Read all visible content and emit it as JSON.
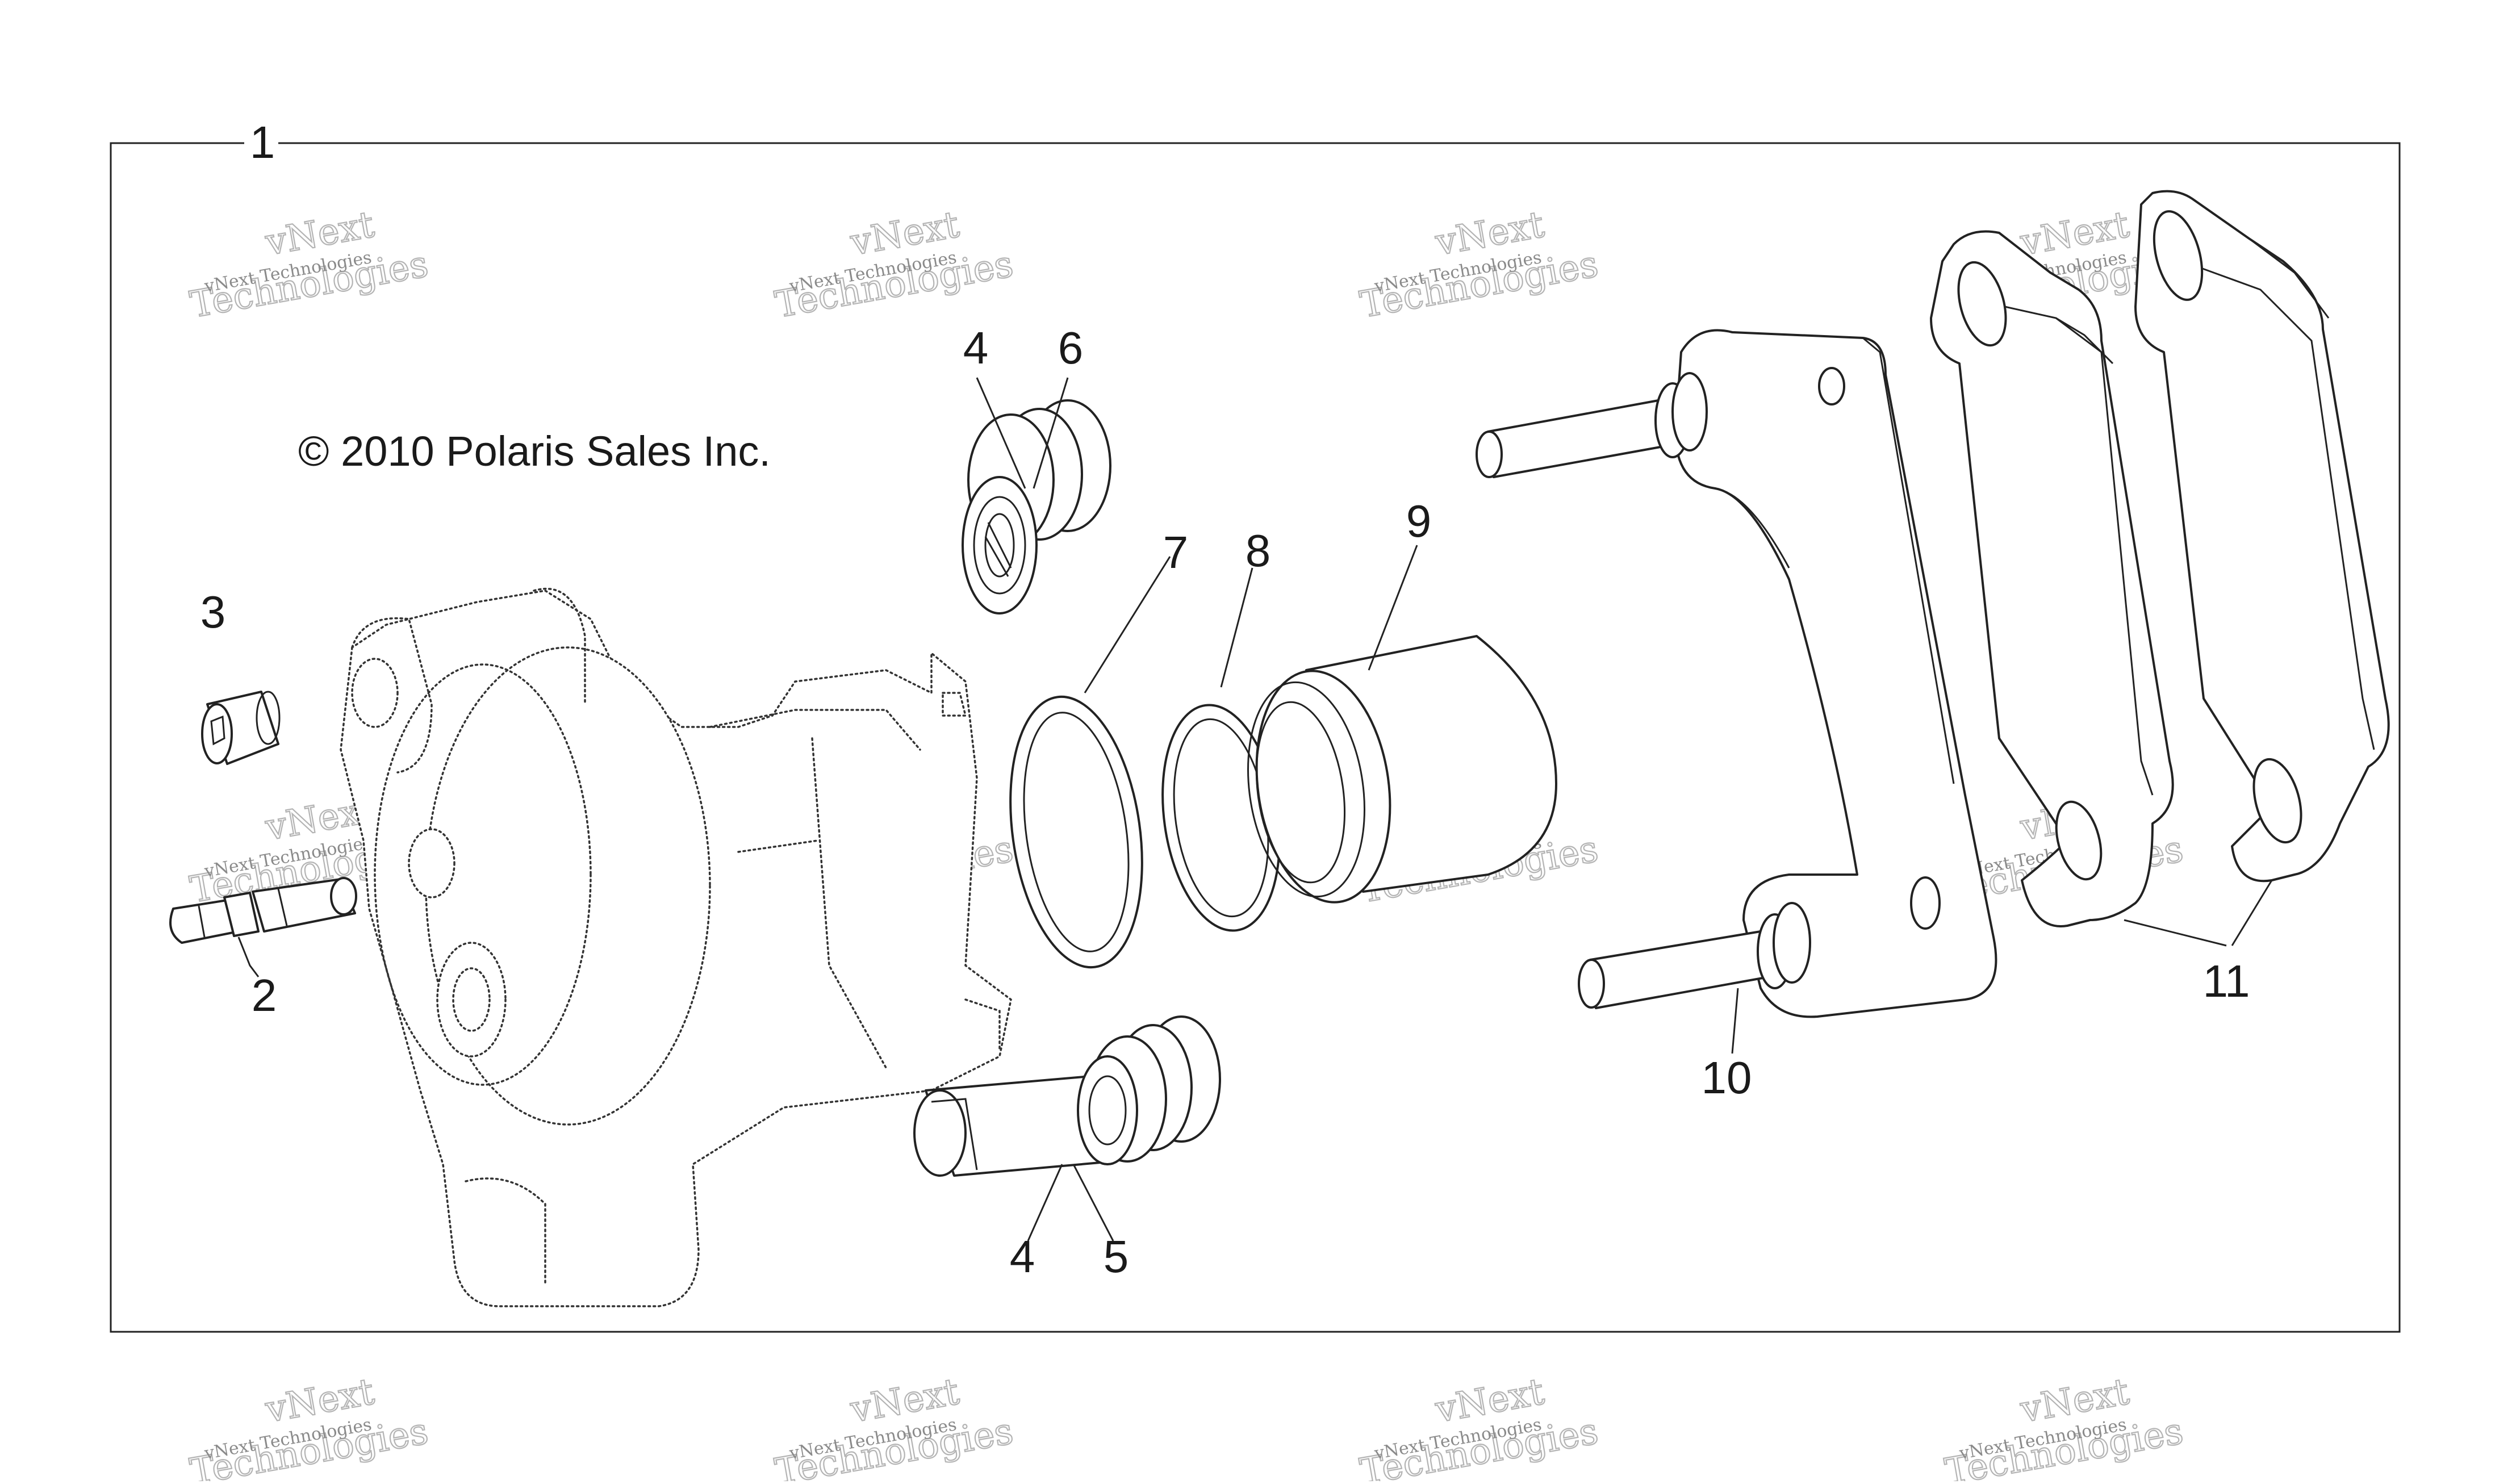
{
  "diagram": {
    "copyright": "© 2010 Polaris Sales Inc.",
    "callouts": {
      "c1": "1",
      "c2": "2",
      "c3": "3",
      "c4a": "4",
      "c6": "6",
      "c7": "7",
      "c8": "8",
      "c9": "9",
      "c10": "10",
      "c11": "11",
      "c4b": "4",
      "c5": "5"
    },
    "watermark": {
      "line1": "vNext Technologies",
      "line2": "vNext",
      "line3": "Technologies"
    }
  }
}
